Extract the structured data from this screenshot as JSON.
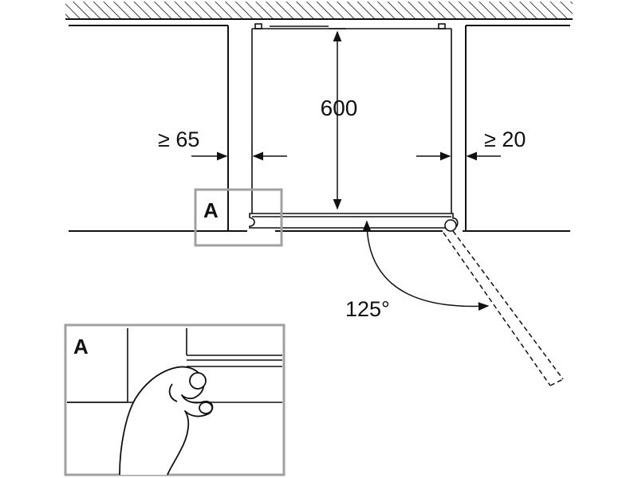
{
  "labels": {
    "height": "600",
    "left_gap": "≥ 65",
    "right_gap": "≥ 20",
    "angle": "125°",
    "detail_marker": "A",
    "detail_inset_marker": "A"
  },
  "colors": {
    "line": "#111111",
    "callout_frame": "#a0a0a0",
    "background": "#ffffff"
  }
}
